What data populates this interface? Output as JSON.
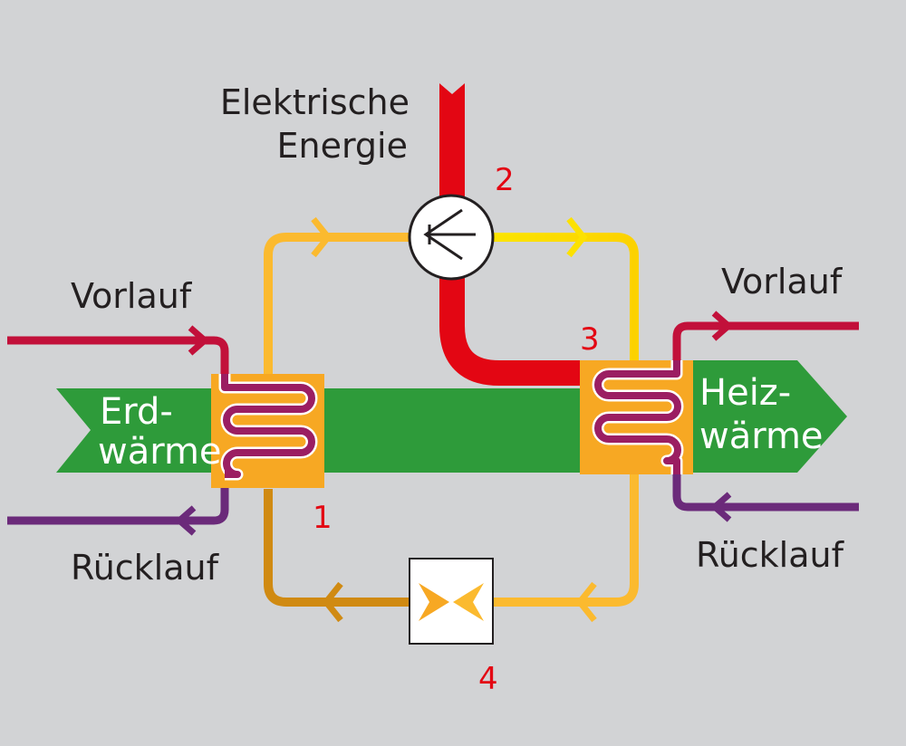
{
  "colors": {
    "background": "#d2d3d5",
    "electric": "#e30613",
    "hot_supply": "#c2103a",
    "return": "#6b2a7a",
    "heat_band": "#2e9b3a",
    "hot_gas": "#fbd000",
    "warm_gas": "#fbba2f",
    "cold_liquid": "#d08a12",
    "exchanger": "#f7a823",
    "coil": "#9b1e62"
  },
  "labels": {
    "electric_line1": "Elektrische",
    "electric_line2": "Energie",
    "vorlauf_left": "Vorlauf",
    "ruecklauf_left": "Rücklauf",
    "vorlauf_right": "Vorlauf",
    "ruecklauf_right": "Rücklauf",
    "erd_line1": "Erd-",
    "erd_line2": "wärme",
    "heiz_line1": "Heiz-",
    "heiz_line2": "wärme"
  },
  "components": {
    "evaporator": "1",
    "compressor": "2",
    "condenser": "3",
    "expansion_valve": "4"
  },
  "icons": {
    "compressor": "compressor-symbol-icon",
    "expansion_valve": "expansion-valve-icon"
  }
}
